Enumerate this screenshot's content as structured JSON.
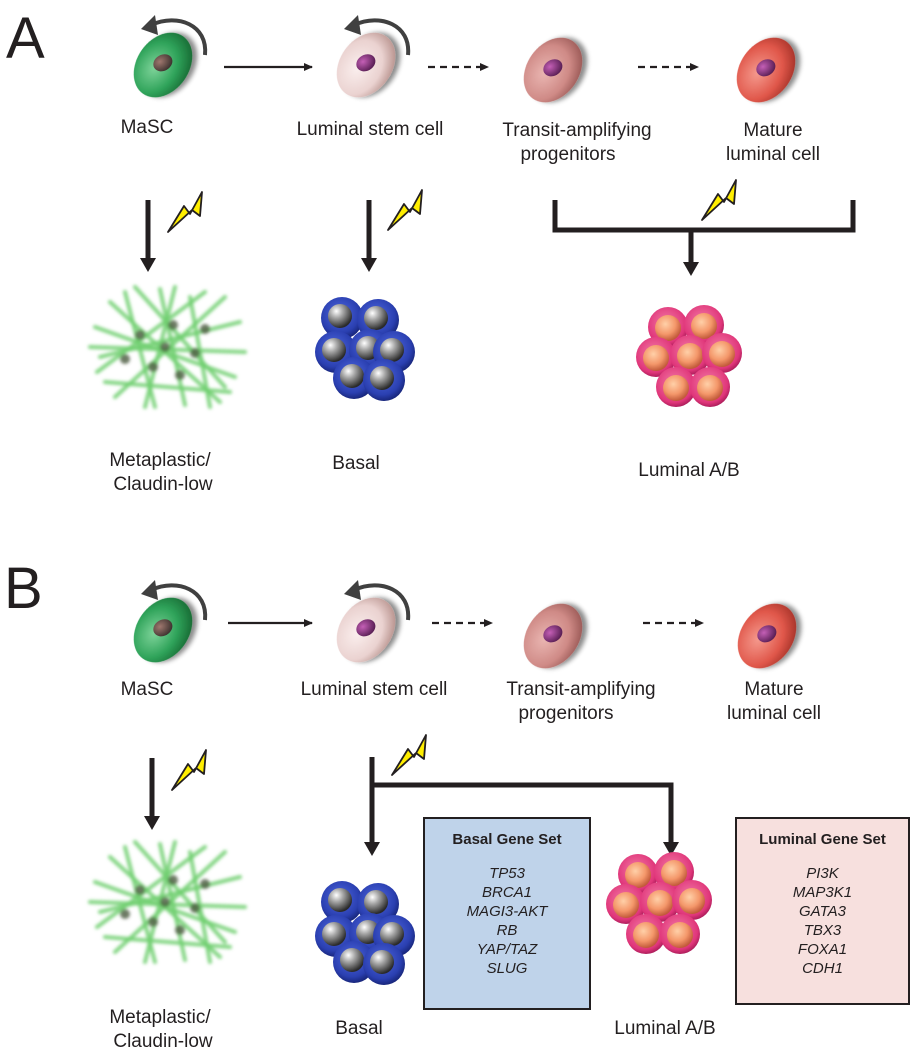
{
  "panelA": {
    "letter": "A",
    "cells": [
      "MaSC",
      "Luminal stem cell",
      "Transit-amplifying",
      "progenitors",
      "Mature",
      "luminal cell"
    ],
    "tumors": [
      "Metaplastic/",
      "Claudin-low",
      "Basal",
      "Luminal A/B"
    ]
  },
  "panelB": {
    "letter": "B",
    "cells": [
      "MaSC",
      "Luminal stem cell",
      "Transit-amplifying",
      "progenitors",
      "Mature",
      "luminal cell"
    ],
    "tumors": [
      "Metaplastic/",
      "Claudin-low",
      "Basal",
      "Luminal A/B"
    ],
    "basal_gene_set": {
      "title": "Basal Gene Set",
      "genes": [
        "TP53",
        "BRCA1",
        "MAGI3-AKT",
        "RB",
        "YAP/TAZ",
        "SLUG"
      ]
    },
    "luminal_gene_set": {
      "title": "Luminal Gene Set",
      "genes": [
        "PI3K",
        "MAP3K1",
        "GATA3",
        "TBX3",
        "FOXA1",
        "CDH1"
      ]
    }
  },
  "colors": {
    "masc": "#2fa35a",
    "luminal_stem": "#ead2d0",
    "transit": "#cf8a86",
    "mature": "#e0574a",
    "metaplastic": "#6fcf6f",
    "basal": "#2a3fb0",
    "luminal_tumor": "#e0367a",
    "basal_box": "#bfd3ea",
    "luminal_box": "#f7e0de",
    "lightning": "#ffee00"
  }
}
